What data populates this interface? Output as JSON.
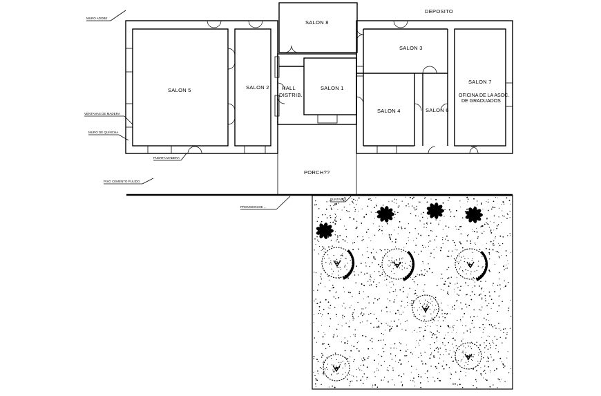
{
  "rooms": {
    "salon5": "SALON 5",
    "salon2": "SALON 2",
    "salon8_top": "SALON 8",
    "hall_1": "HALL",
    "hall_2": "DISTRIB.",
    "salon1": "SALON 1",
    "salon3": "SALON 3",
    "salon4": "SALON 4",
    "salon6": "SALON 6",
    "salon7": "SALON 7",
    "oficina_1": "OFICINA DE LA ASOC.",
    "oficina_2": "DE GRADUADOS",
    "deposito": "DEPOSITO",
    "porch": "PORCH??"
  },
  "notes": {
    "muro_adobe": "MURO ADOBE",
    "ventanas": "VENTANAS DE MADERA",
    "muro_quincha": "MURO DE QUINCHA",
    "puerta_madera": "PUERTA MADERA",
    "piso_cemento": "PISO CEMENTO PULIDO",
    "provision": "PROVISION DE ...",
    "puntales": "PUNTALES"
  }
}
